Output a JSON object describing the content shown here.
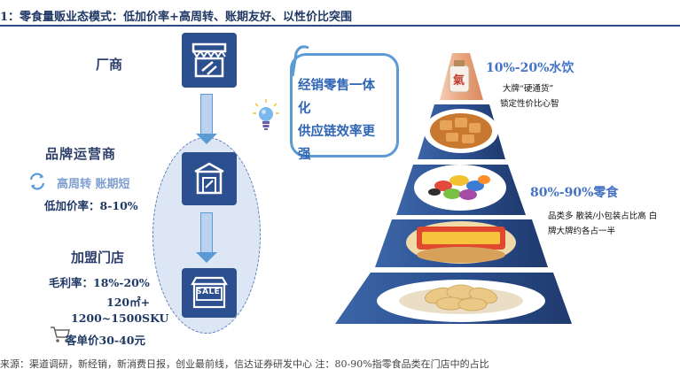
{
  "title": "1：零食量贩业态模式：低加价率+高周转、账期友好、以性价比突围",
  "left": {
    "manufacturer": "厂商",
    "brand_operator": "品牌运营商",
    "brand_operator_sub": "高周转 账期短",
    "markup": "低加价率：8-10%",
    "franchise": "加盟门店",
    "gross_margin": "毛利率：18%-20%",
    "area": "120㎡+",
    "sku": "1200~1500SKU",
    "avg_ticket": "客单价30-40元",
    "sale_sign": "SALE"
  },
  "bubble": {
    "line1": "经销零售一体",
    "line2": "化",
    "line3": "供应链效率更",
    "line4": "强"
  },
  "pyramid": {
    "top_label": "10%-20%水饮",
    "top_note_1": "大牌“硬通货”",
    "top_note_2": "锁定性价比心智",
    "mid_label": "80%-90%零食",
    "mid_note_1": "品类多 散装/小包装占比高 白",
    "mid_note_2": "牌大牌约各占一半",
    "bottle_text": "氣"
  },
  "footer": "来源：渠道调研，新经销，新消费日报，创业最前线，信达证券研发中心    注：80-90%指零食品类在门店中的占比"
}
